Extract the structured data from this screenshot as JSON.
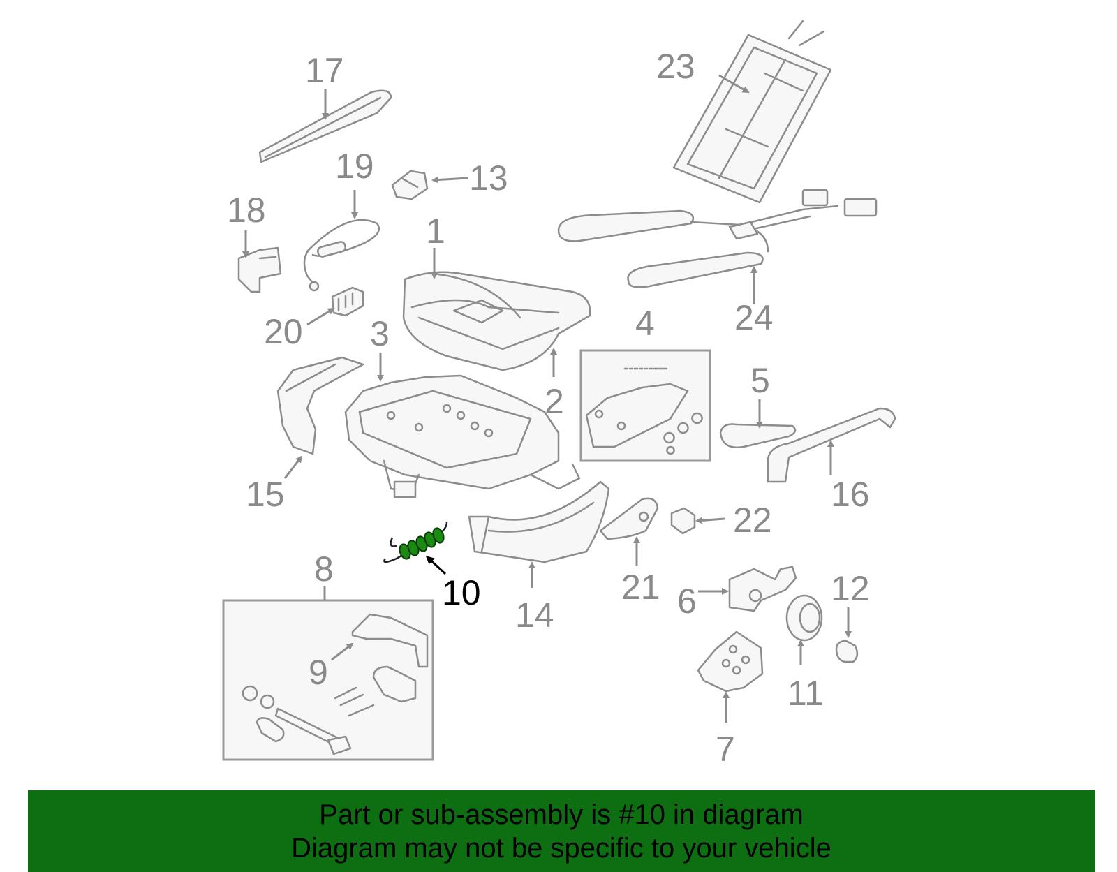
{
  "banner": {
    "line1": "Part or sub-assembly is #10 in diagram",
    "line2": "Diagram may not be specific to your vehicle",
    "bg_color": "#0d6e12"
  },
  "highlight_color": "#1a8a12",
  "callouts": {
    "c1": "1",
    "c2": "2",
    "c3": "3",
    "c4": "4",
    "c5": "5",
    "c6": "6",
    "c7": "7",
    "c8": "8",
    "c9": "9",
    "c10": "10",
    "c11": "11",
    "c12": "12",
    "c13": "13",
    "c14": "14",
    "c15": "15",
    "c16": "16",
    "c17": "17",
    "c18": "18",
    "c19": "19",
    "c20": "20",
    "c21": "21",
    "c22": "22",
    "c23": "23",
    "c24": "24"
  },
  "highlighted_part": "10"
}
